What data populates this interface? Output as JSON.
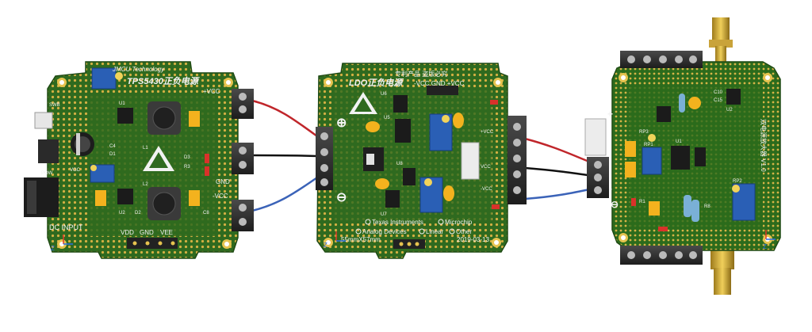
{
  "scene": {
    "background": "#ffffff",
    "pcb_color": "#2f6a1f",
    "wire_colors": {
      "positive": "#c0262b",
      "ground": "#111111",
      "negative": "#3b63b8"
    }
  },
  "left_board": {
    "brand": "JMCU Technology",
    "title": "TPS5430正负电源",
    "plus_vcc": "+VCC",
    "gnd": "GND",
    "minus_vcc": "-VCC",
    "dc_input": "DC INPUT",
    "vdd": "VDD",
    "gnd2": "GND",
    "vee": "VEE",
    "swb": "SWB",
    "pow": "POW",
    "vgc": "VGC",
    "l1": "L1",
    "l2": "L2",
    "u1": "U1",
    "u2": "U2",
    "c4": "C4",
    "d1": "D1",
    "d2": "D2",
    "c8": "C8",
    "d3": "D3",
    "r3": "R3",
    "axis": "Z"
  },
  "middle_board": {
    "title": "LDO正负电源",
    "subtitle": "专利产品 盗版必究",
    "top_labels": "-VCC GND +VCC",
    "plus_sign": "⊕",
    "minus_sign": "⊖",
    "plus_vcc": "+VCC",
    "vcc_gnd": "VCC",
    "minus_vcc": "-VCC",
    "u5": "U5",
    "u6": "U6",
    "u7": "U7",
    "u8": "U8",
    "vendor_ti": "Texas Instruments",
    "vendor_mc": "Microchip",
    "vendor_ad": "Analog Devices",
    "vendor_lin": "Linear",
    "vendor_other": "Other",
    "size": "55mmX57mm",
    "date": "2019-03-13",
    "axis": "Z"
  },
  "right_board": {
    "side_text": "双电源放大器 V1.0",
    "plus_sign": "+",
    "minus_sign": "-",
    "ground_sign": "⊖",
    "u1": "U1",
    "u2": "U2",
    "r1": "R1",
    "r8": "R8",
    "c10": "C10",
    "c15": "C15",
    "rp1": "RP1",
    "rp2": "RP2",
    "rp3": "RP3",
    "axis": "Z"
  }
}
